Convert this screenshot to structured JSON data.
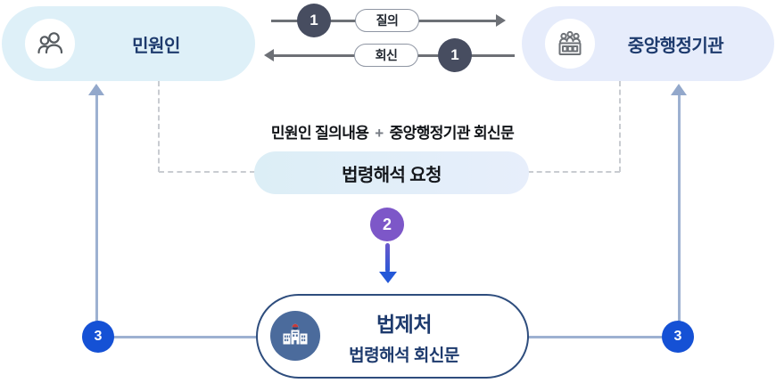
{
  "diagram": {
    "petitioner": {
      "label": "민원인",
      "icon": "people-icon",
      "bg_color": "#def0f8"
    },
    "agency": {
      "label": "중앙행정기관",
      "icon": "agency-podium-icon",
      "bg_color": "#e6ecfb"
    },
    "inquiry": {
      "step": "1",
      "label": "질의"
    },
    "reply": {
      "step": "1",
      "label": "회신"
    },
    "combine_caption": {
      "left": "민원인 질의내용",
      "plus": "+",
      "right": "중앙행정기관 회신문"
    },
    "request": {
      "label": "법령해석 요청"
    },
    "step2": {
      "step": "2"
    },
    "moleg": {
      "title": "법제처",
      "subtitle": "법령해석 회신문",
      "icon": "government-building-icon"
    },
    "step3_left": {
      "step": "3"
    },
    "step3_right": {
      "step": "3"
    }
  },
  "colors": {
    "petitioner_bg": "#def0f8",
    "agency_bg": "#e6ecfb",
    "navy_text": "#1d3a6d",
    "dark_step_badge": "#474d60",
    "purple_step_badge": "#7d57c8",
    "blue_step_badge": "#1551d5",
    "gray_arrow": "#6d7076",
    "slate_line": "#9db1d1",
    "dashed_line": "#c9ccd1",
    "request_gradient_start": "#dceef6",
    "request_gradient_end": "#e7eefb",
    "moleg_border": "#2e4d7d",
    "moleg_icon_bg": "#4b6b9c"
  }
}
